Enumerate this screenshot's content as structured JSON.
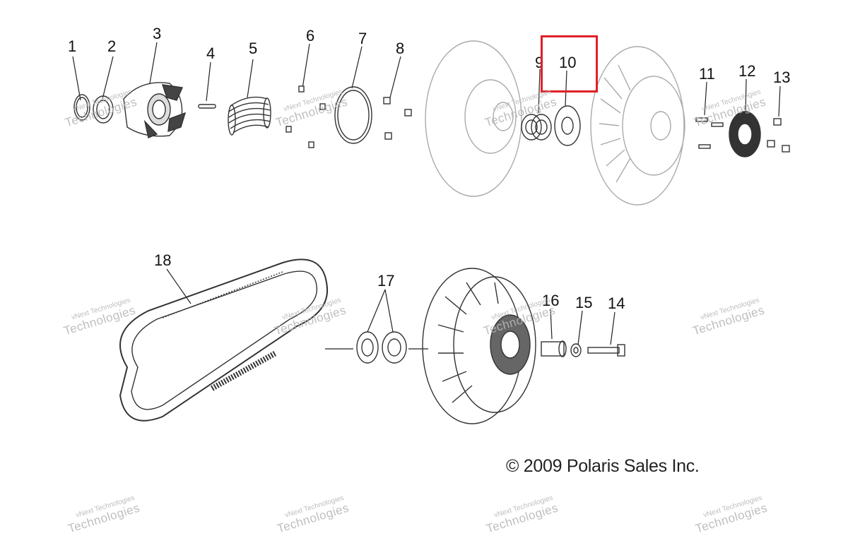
{
  "diagram": {
    "callouts": [
      "1",
      "2",
      "3",
      "4",
      "5",
      "6",
      "7",
      "8",
      "9",
      "10",
      "11",
      "12",
      "13",
      "14",
      "15",
      "16",
      "17",
      "18"
    ],
    "highlighted_callout": "10",
    "highlight_color": "#e0202a",
    "copyright": "© 2009 Polaris Sales Inc."
  },
  "watermark": {
    "line1": "vNext Technologies",
    "line2": "Technologies"
  }
}
